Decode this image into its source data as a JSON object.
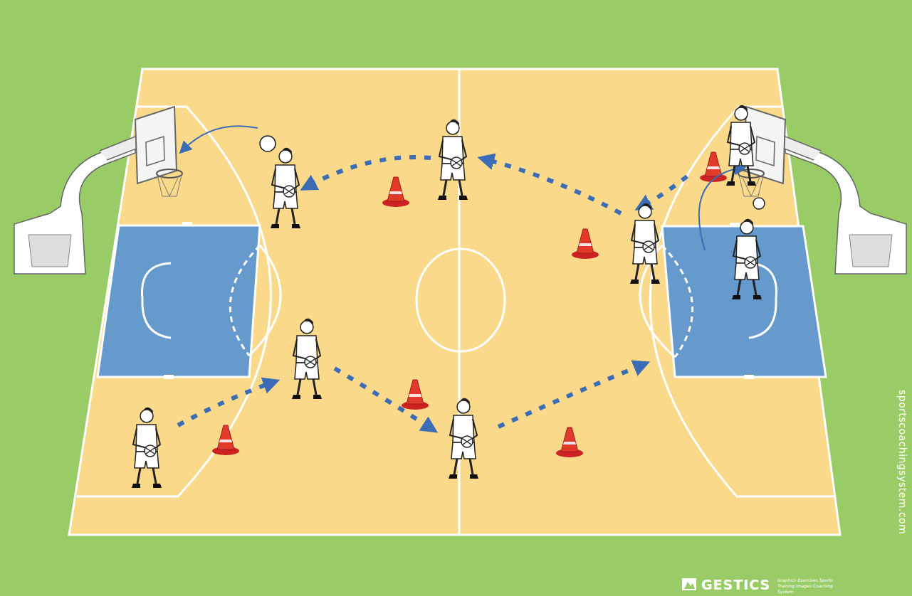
{
  "diagram": {
    "labels": [
      "sportscoachingsystem.com",
      "GESTICS",
      "Graphics Exercises Sports Training Images Coaching System"
    ]
  }
}
